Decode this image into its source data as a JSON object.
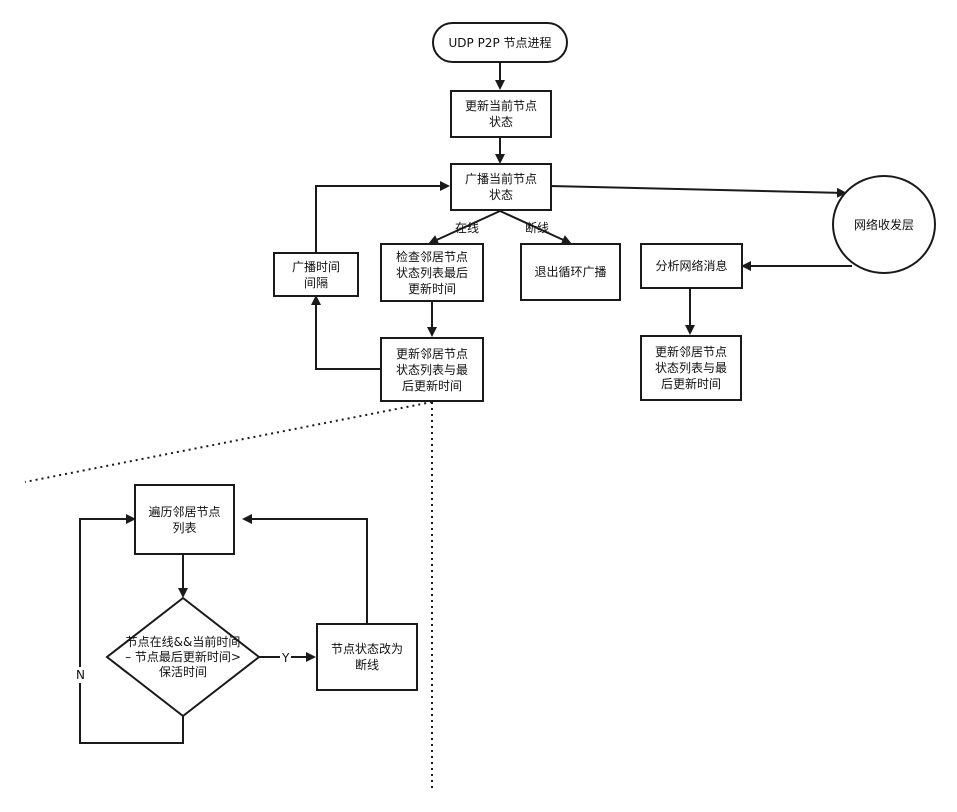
{
  "diagram": {
    "colors": {
      "stroke": "#1a1a1a",
      "fill": "#ffffff",
      "text": "#111111"
    },
    "nodes": {
      "start": "UDP P2P 节点进程",
      "update_state": "更新当前节点\n状态",
      "broadcast_state": "广播当前节点\n状态",
      "broadcast_interval": "广播时间\n间隔",
      "check_neighbors": "检查邻居节点\n状态列表最后\n更新时间",
      "exit_loop": "退出循环广播",
      "network_layer": "网络收发层",
      "analyze_message": "分析网络消息",
      "update_neighbors_left": "更新邻居节点\n状态列表与最\n后更新时间",
      "update_neighbors_right": "更新邻居节点\n状态列表与最\n后更新时间",
      "traverse_list": "遍历邻居节点\n列表",
      "decision": "节点在线&&当前时间\n– 节点最后更新时间>\n保活时间",
      "set_offline": "节点状态改为\n断线"
    },
    "edge_labels": {
      "online": "在线",
      "offline": "断线",
      "yes": "Y",
      "no": "N"
    }
  }
}
